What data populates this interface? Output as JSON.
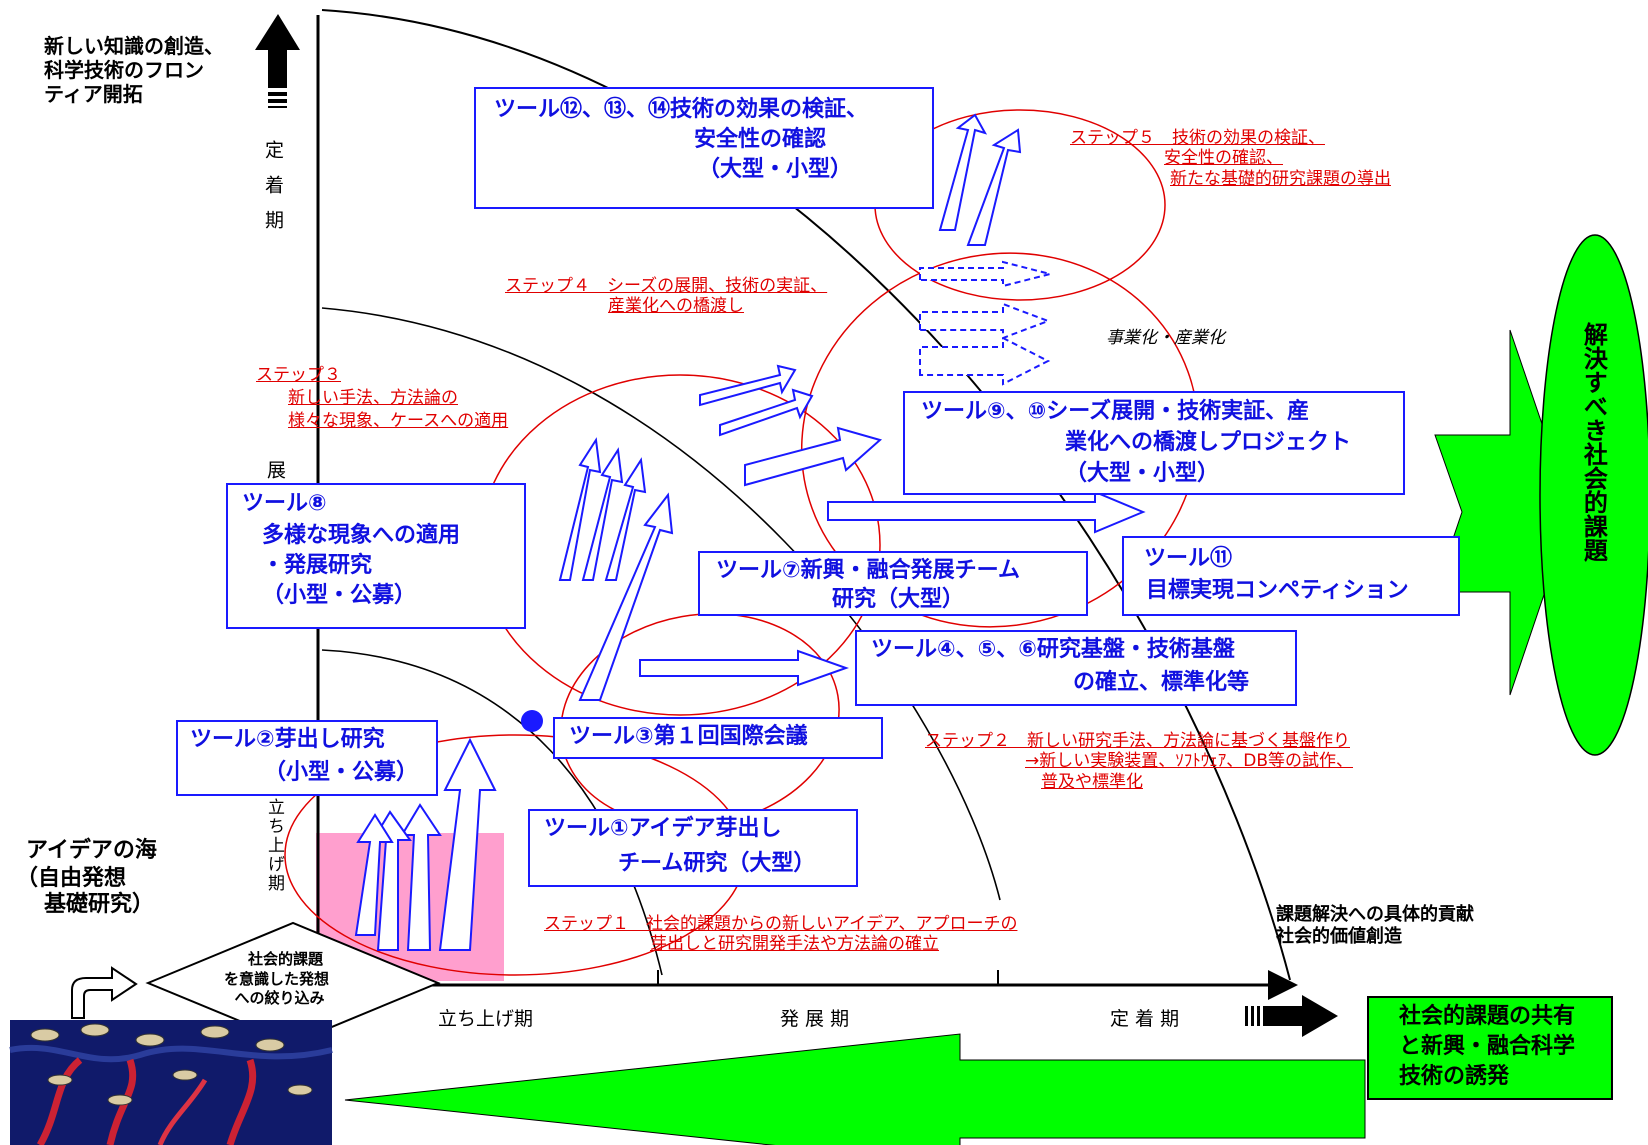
{
  "axis": {
    "y_top_label": [
      "新しい知識の創造、",
      "科学技術のフロン",
      "ティア開拓"
    ],
    "y_stage_labels": {
      "settle": "定着期",
      "develop": "展",
      "launch": "立ち上げ期"
    },
    "x_labels": [
      "立ち上げ期",
      "発 展 期",
      "定 着 期"
    ],
    "x_end_label": [
      "課題解決への具体的貢献",
      "社会的価値創造"
    ]
  },
  "sea": {
    "title": "アイデアの海",
    "subtitle": [
      "（自由発想",
      "基礎研究）"
    ]
  },
  "diamond": [
    "社会的課題",
    "を意識した発想",
    "への絞り込み"
  ],
  "tools": {
    "t1": [
      "ツール①アイデア芽出し",
      "チーム研究（大型）"
    ],
    "t2": [
      "ツール②芽出し研究",
      "（小型・公募）"
    ],
    "t3": [
      "ツール③第１回国際会議"
    ],
    "t456": [
      "ツール④、⑤、⑥研究基盤・技術基盤",
      "の確立、標準化等"
    ],
    "t7": [
      "ツール⑦新興・融合発展チーム",
      "研究（大型）"
    ],
    "t8": [
      "ツール⑧",
      "多様な現象への適用",
      "・発展研究",
      "（小型・公募）"
    ],
    "t910": [
      "ツール⑨、⑩シーズ展開・技術実証、産",
      "業化への橋渡しプロジェクト",
      "（大型・小型）"
    ],
    "t11": [
      "ツール⑪",
      "目標実現コンペティション"
    ],
    "t121314": [
      "ツール⑫、⑬、⑭技術の効果の検証、",
      "安全性の確認",
      "（大型・小型）"
    ]
  },
  "steps": {
    "s1": [
      "ステップ１　社会的課題からの新しいアイデア、アプローチの",
      "芽出しと研究開発手法や方法論の確立"
    ],
    "s2": [
      "ステップ２　新しい研究手法、方法論に基づく基盤作り",
      "→新しい実験装置、ｿﾌﾄｳｪｱ、DB等の試作、",
      "普及や標準化"
    ],
    "s3": [
      "ステップ３",
      "新しい手法、方法論の",
      "様々な現象、ケースへの適用"
    ],
    "s4": [
      "ステップ４　シーズの展開、技術の実証、",
      "産業化への橋渡し"
    ],
    "s5": [
      "ステップ５　技術の効果の検証、",
      "安全性の確認、",
      "新たな基礎的研究課題の導出"
    ]
  },
  "industrialization": "事業化・産業化",
  "goal": "解決すべき社会的課題",
  "bottom_goal": [
    "社会的課題の共有",
    "と新興・融合科学",
    "技術の誘発"
  ],
  "colors": {
    "tool_blue": "#1010e0",
    "step_red": "#e00000",
    "goal_green": "#00ff00",
    "launch_pink": "#ff9fce"
  }
}
